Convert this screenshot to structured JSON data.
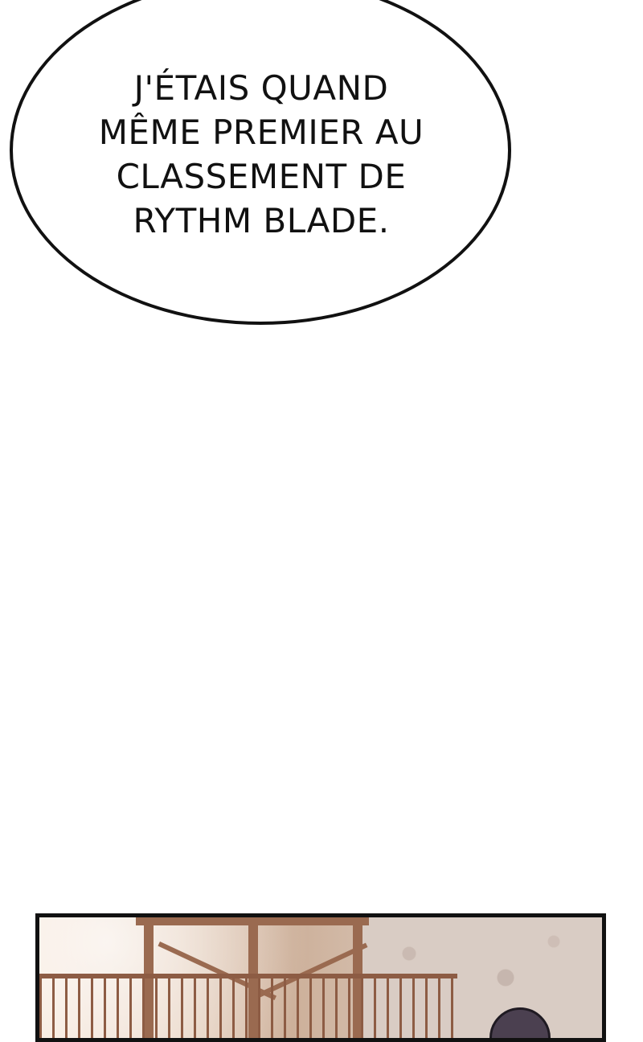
{
  "dialogue": {
    "lines": [
      "J'ÉTAIS QUAND",
      "MÊME PREMIER AU",
      "CLASSEMENT DE",
      "RYTHM BLADE."
    ]
  },
  "scene": {
    "description_icon": "wooden-tower-illustration"
  }
}
